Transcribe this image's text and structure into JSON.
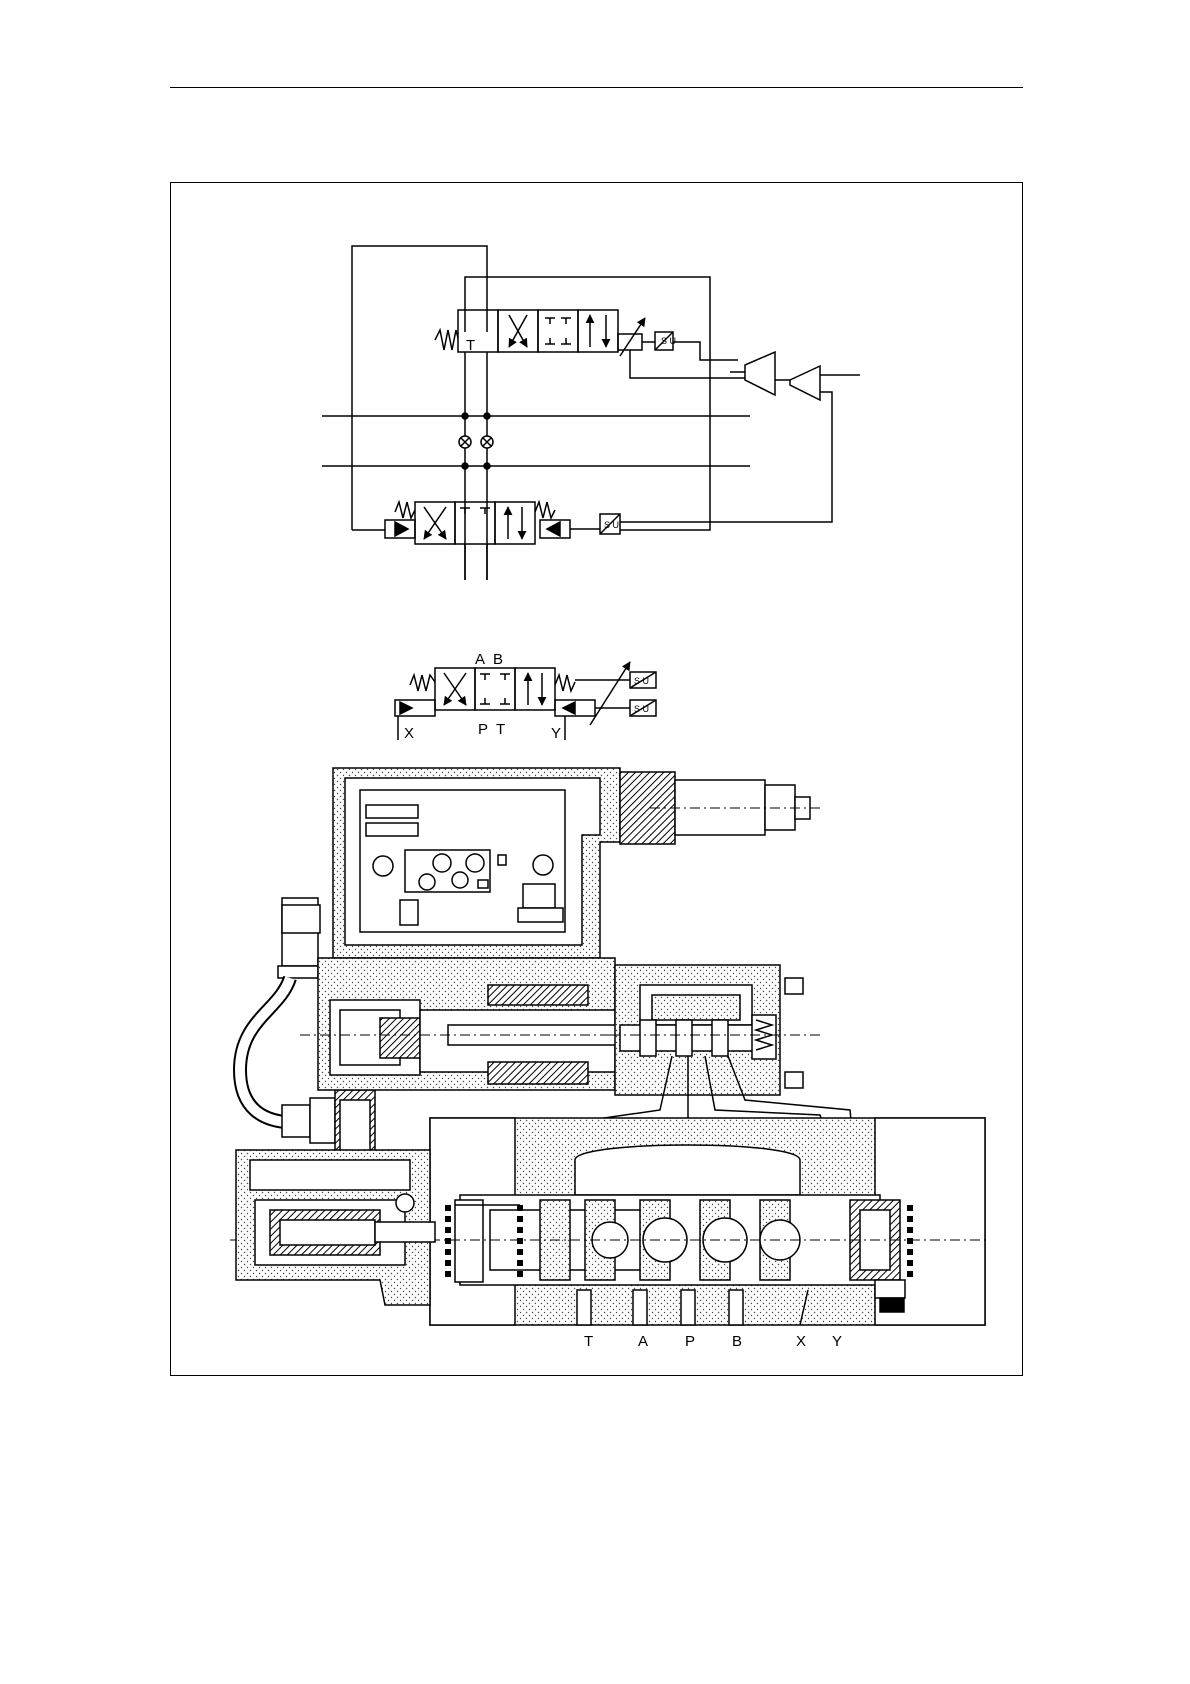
{
  "figure": {
    "symbol_main": {
      "port_labels": {
        "A": "A",
        "B": "B",
        "P": "P",
        "T": "T",
        "X": "X",
        "Y": "Y"
      }
    },
    "symbol_pilot": {
      "port_t": "T"
    },
    "sensor_label": "S U",
    "section_port_labels": [
      "T",
      "A",
      "P",
      "B",
      "X",
      "Y"
    ]
  }
}
